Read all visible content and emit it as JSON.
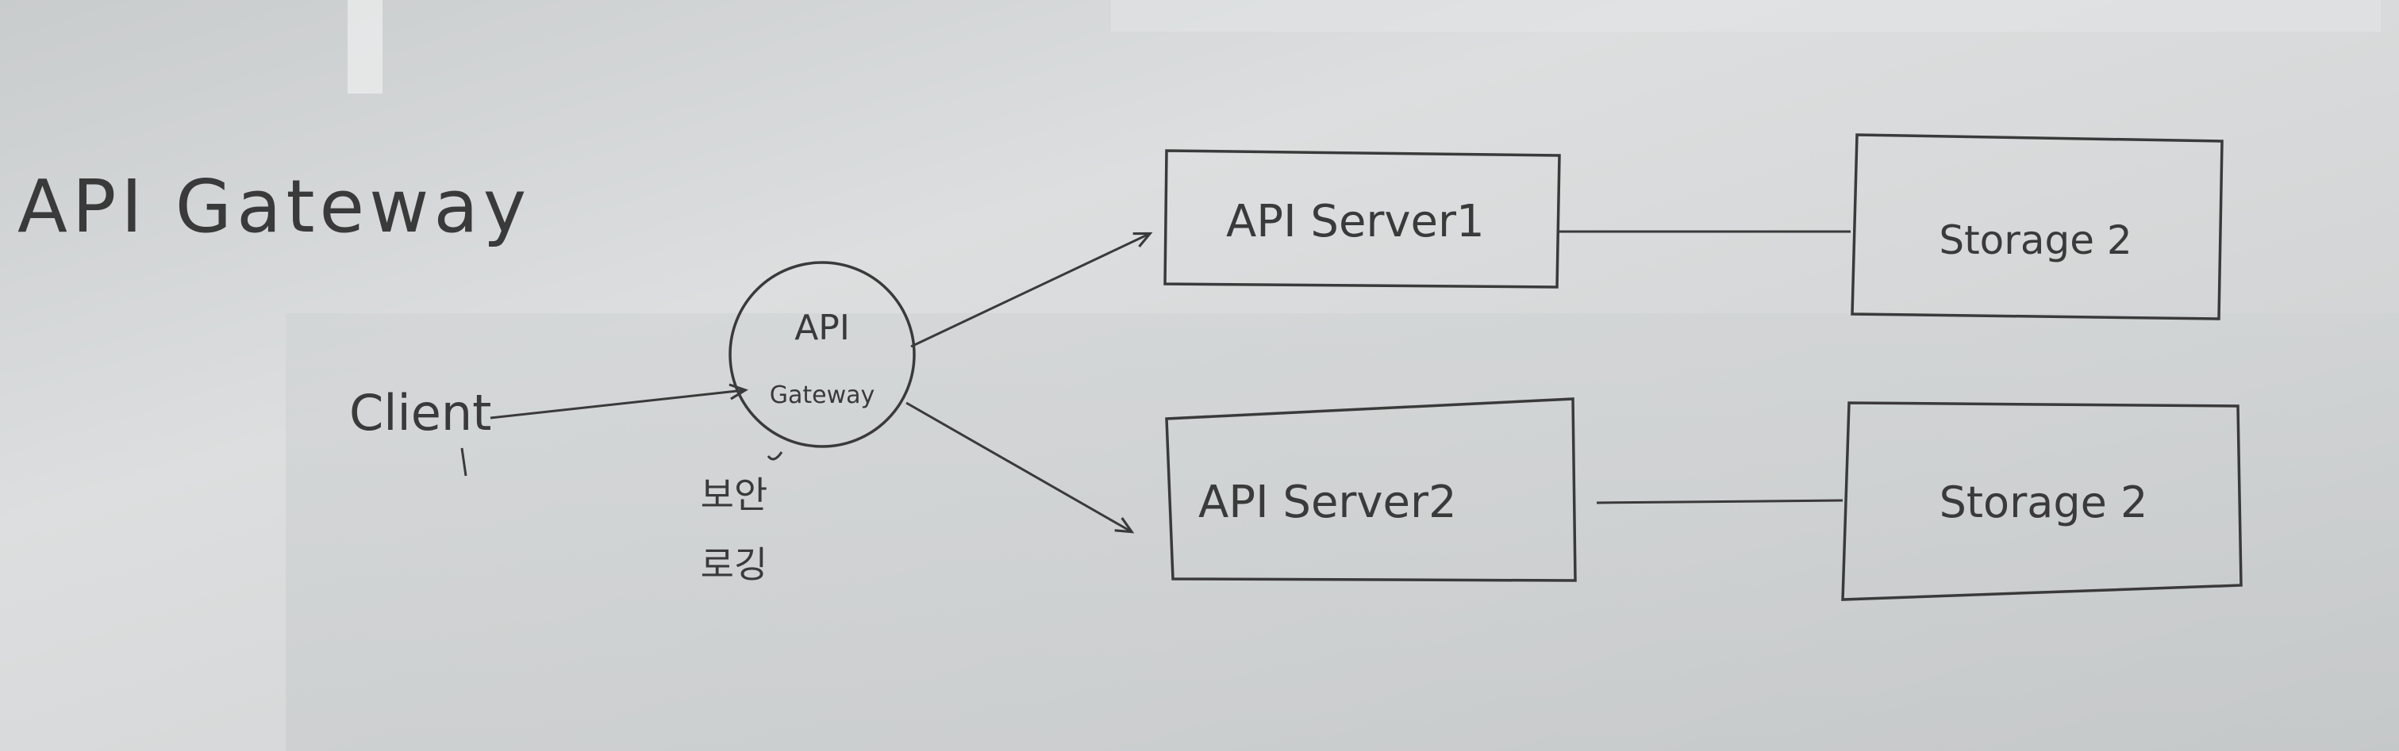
{
  "board": {
    "title": "API Gateway",
    "paper_color": "#d6d8d9",
    "ink_color": "#3a3a3a"
  },
  "diagram": {
    "client_label": "Client",
    "gateway": {
      "line1": "API",
      "line2": "Gateway"
    },
    "gateway_note": {
      "line1": "보안",
      "line2": "로깅"
    },
    "servers": [
      {
        "label": "API Server1"
      },
      {
        "label": "API Server2"
      }
    ],
    "storages": [
      {
        "label": "Storage 2"
      },
      {
        "label": "Storage 2"
      }
    ]
  }
}
